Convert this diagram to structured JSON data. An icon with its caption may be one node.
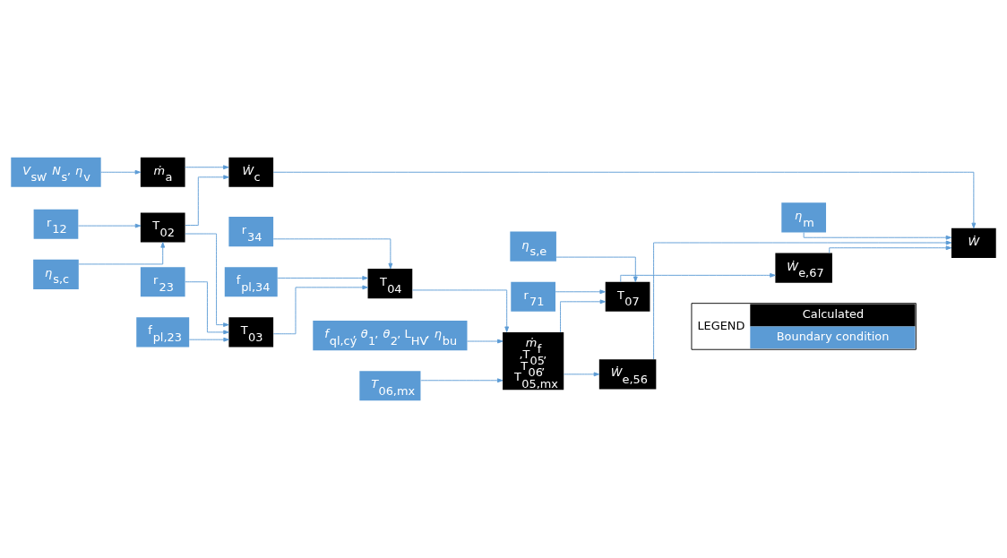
{
  "diagram": {
    "nodes": [
      {
        "text": [
          "*V*$_{sw}$, *N*$_{s}$, *η*$_{v}$"
        ]
      },
      {
        "text": [
          "*ṁ*$_{a}$"
        ]
      },
      {
        "text": [
          "r$_{12}$"
        ]
      },
      {
        "text": [
          "*η*$_{s,c}$"
        ]
      },
      {
        "text": [
          "T$_{02}$"
        ]
      },
      {
        "text": [
          "*Ẇ*$_{c}$"
        ]
      },
      {
        "text": [
          "r$_{34}$"
        ]
      },
      {
        "text": [
          "f$_{pl,34}$"
        ]
      },
      {
        "text": [
          "r$_{23}$"
        ]
      },
      {
        "text": [
          "f$_{pl,23}$"
        ]
      },
      {
        "text": [
          "T$_{03}$"
        ]
      },
      {
        "text": [
          "T$_{04}$"
        ]
      },
      {
        "text": [
          "*ṁ*$_{f}$ ,T$_{05}$, T$_{06}$, T$_{05,mx}$"
        ]
      },
      {
        "text": [
          "*f*$_{ql,cy}$, *θ*$_{1}$, *θ*$_{2}$, L$_{HV}$, *η*$_{bu}$"
        ]
      },
      {
        "text": [
          "*T*$_{06,mx}$"
        ]
      },
      {
        "text": [
          "*η*$_{m}$"
        ]
      },
      {
        "text": [
          "*Ẇ*"
        ]
      },
      {
        "text": [
          "*Ẇ*$_{e,56}$"
        ]
      },
      {
        "text": [
          "*Ẇ*$_{e,67}$"
        ]
      },
      {
        "text": [
          "*η*$_{s,e}$"
        ]
      },
      {
        "text": [
          "r$_{71}$"
        ]
      },
      {
        "text": [
          "T$_{07}$"
        ]
      }
    ],
    "edges": [
      {
        "from": 0,
        "to": 1,
        "arrow": "to"
      },
      {
        "from": 1,
        "to": 5,
        "arrow": "to"
      },
      {
        "from": 2,
        "to": 4,
        "arrow": "to"
      },
      {
        "from": 3,
        "to": 4,
        "arrow": "to"
      },
      {
        "from": 4,
        "to": 5,
        "arrow": "to"
      },
      {
        "from": 4,
        "to": 10,
        "arrow": "to"
      },
      {
        "from": 8,
        "to": 10,
        "arrow": "to"
      },
      {
        "from": 9,
        "to": 10,
        "arrow": "to"
      },
      {
        "from": 10,
        "to": 11,
        "arrow": "to"
      },
      {
        "from": 6,
        "to": 11,
        "arrow": "to"
      },
      {
        "from": 7,
        "to": 11,
        "arrow": "to"
      },
      {
        "from": 11,
        "to": 12,
        "arrow": "to"
      },
      {
        "from": 13,
        "to": 12,
        "arrow": "to"
      },
      {
        "from": 14,
        "to": 12,
        "arrow": "to"
      },
      {
        "from": 12,
        "to": 17,
        "arrow": "to"
      },
      {
        "from": 12,
        "to": 21,
        "arrow": "to"
      },
      {
        "from": 19,
        "to": 21,
        "arrow": "to"
      },
      {
        "from": 20,
        "to": 21,
        "arrow": "to"
      },
      {
        "from": 21,
        "to": 18,
        "arrow": "to"
      },
      {
        "from": 18,
        "to": 16,
        "arrow": "to"
      },
      {
        "from": 17,
        "to": 16,
        "arrow": "to"
      },
      {
        "from": 5,
        "to": 16,
        "arrow": "to"
      },
      {
        "from": 15,
        "to": 16,
        "arrow": "to"
      }
    ],
    "labels": [
      "LEGEND"
    ],
    "legend": [
      {
        "text": "Calculated",
        "color": "#000000"
      },
      {
        "text": "Boundary condition",
        "color": "#5b9bd5"
      }
    ]
  }
}
